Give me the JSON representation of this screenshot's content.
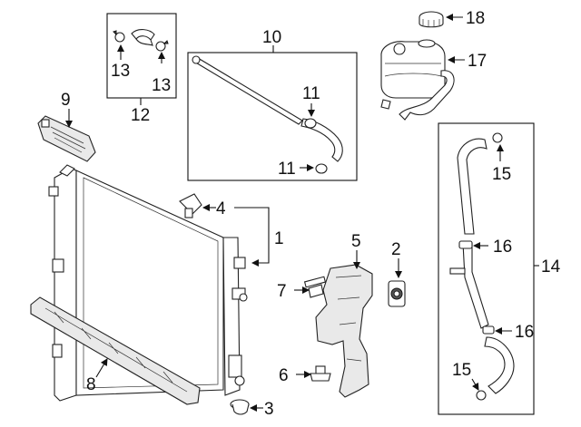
{
  "callouts": {
    "c1": "1",
    "c2": "2",
    "c3": "3",
    "c4": "4",
    "c5": "5",
    "c6": "6",
    "c7": "7",
    "c8": "8",
    "c9": "9",
    "c10": "10",
    "c11a": "11",
    "c11b": "11",
    "c12": "12",
    "c13a": "13",
    "c13b": "13",
    "c14": "14",
    "c15a": "15",
    "c15b": "15",
    "c16a": "16",
    "c16b": "16",
    "c17": "17",
    "c18": "18"
  },
  "colors": {
    "ink": "#111111",
    "fill_light": "#e9e9e9",
    "fill_dark": "#555555"
  },
  "icons": [
    "radiator",
    "hose",
    "clamp",
    "reservoir",
    "cap",
    "bracket",
    "bolt",
    "grommet",
    "deflector"
  ]
}
